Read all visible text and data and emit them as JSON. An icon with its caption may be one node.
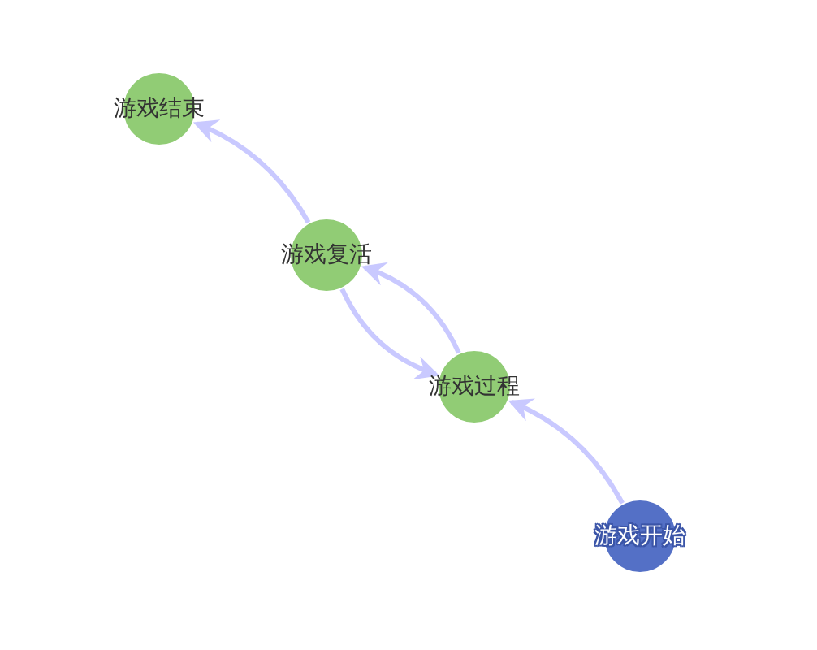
{
  "diagram": {
    "nodes": [
      {
        "text": [
          "游戏结束"
        ]
      },
      {
        "text": [
          "游戏复活"
        ]
      },
      {
        "text": [
          "游戏过程"
        ]
      },
      {
        "text": [
          "游戏开始"
        ]
      }
    ],
    "edges": [
      {
        "from": 3,
        "to": 2,
        "arrow": "to"
      },
      {
        "from": 2,
        "to": 1,
        "arrow": "to"
      },
      {
        "from": 1,
        "to": 2,
        "arrow": "to"
      },
      {
        "from": 1,
        "to": 0,
        "arrow": "to"
      }
    ]
  }
}
